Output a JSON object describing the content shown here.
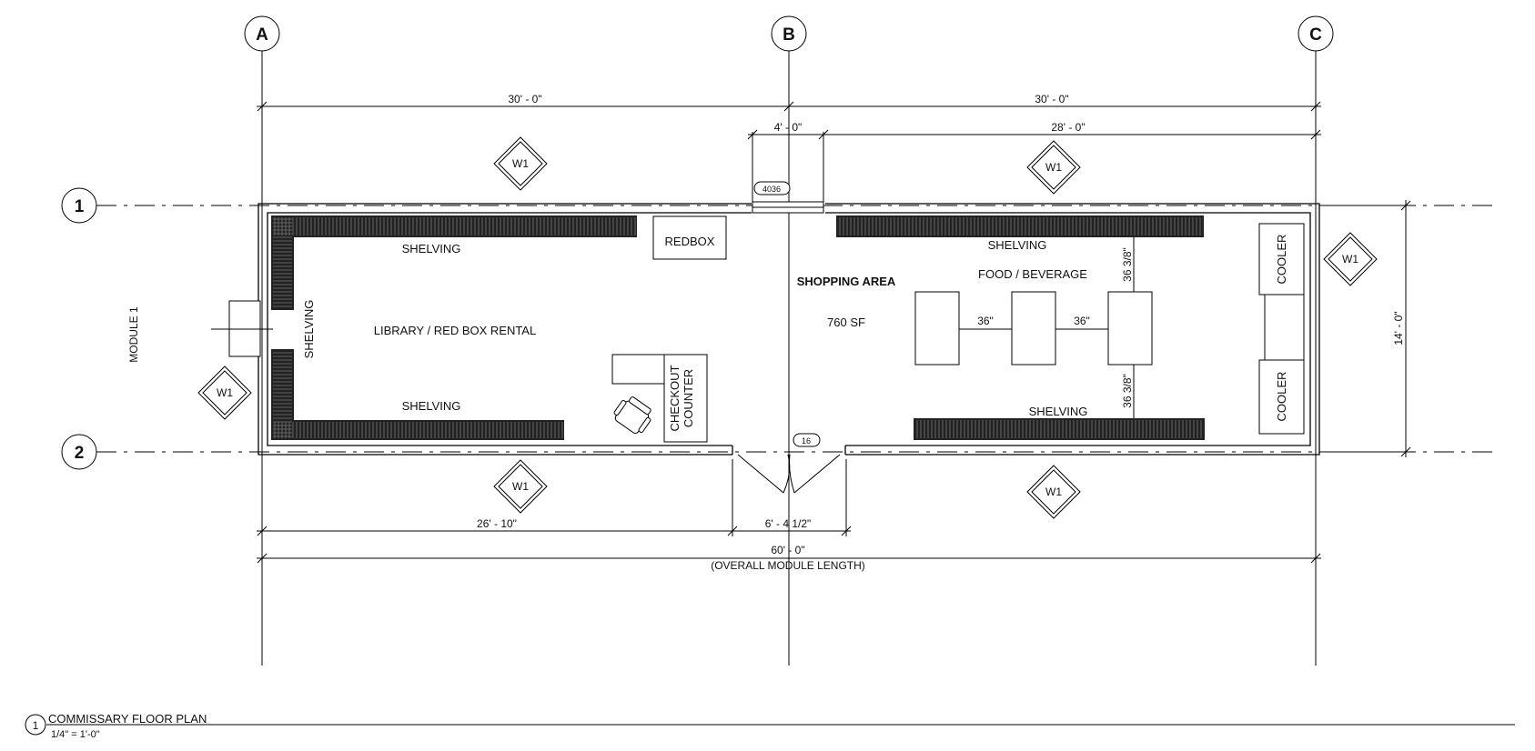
{
  "drawing": {
    "grid_columns": [
      "A",
      "B",
      "C"
    ],
    "grid_rows": [
      "1",
      "2"
    ],
    "module_label": "MODULE 1",
    "dimensions": {
      "top_left": "30' - 0\"",
      "top_right": "30' - 0\"",
      "door_width_top": "4' - 0\"",
      "right_segment_top": "28' - 0\"",
      "height_right": "14' - 0\"",
      "bottom_left": "26' - 10\"",
      "door_width_bottom": "6' - 4 1/2\"",
      "overall": "60' - 0\"",
      "overall_note": "(OVERALL MODULE LENGTH)",
      "aisle_1": "36\"",
      "aisle_2": "36\"",
      "clear_upper": "36 3/8\"",
      "clear_lower": "36 3/8\""
    },
    "window_tag": "W1",
    "door_tags": {
      "top": "4036",
      "bottom": "16"
    },
    "rooms": {
      "library": "LIBRARY / RED BOX RENTAL",
      "shopping": "SHOPPING AREA",
      "area": "760 SF",
      "food": "FOOD / BEVERAGE"
    },
    "fixtures": {
      "shelving": "SHELVING",
      "redbox": "REDBOX",
      "checkout_line1": "CHECKOUT",
      "checkout_line2": "COUNTER",
      "cooler": "COOLER"
    },
    "title_block": {
      "number": "1",
      "title": "COMMISSARY FLOOR PLAN",
      "scale": "1/4\" = 1'-0\""
    }
  }
}
